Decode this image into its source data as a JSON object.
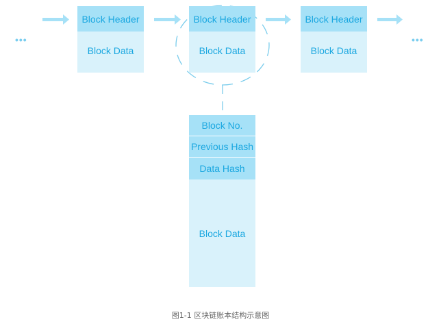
{
  "chain": {
    "blocks": [
      {
        "header": "Block Header",
        "data": "Block Data"
      },
      {
        "header": "Block Header",
        "data": "Block Data"
      },
      {
        "header": "Block Header",
        "data": "Block Data"
      }
    ],
    "ellipsis_left": "•••",
    "ellipsis_right": "•••"
  },
  "detail": {
    "fields": [
      "Block No.",
      "Previous Hash",
      "Data Hash"
    ],
    "data": "Block Data"
  },
  "caption": "图1-1  区块链账本结构示意图",
  "colors": {
    "header_fill": "#a6e1f7",
    "data_fill": "#d9f2fb",
    "text": "#1aa7e0",
    "arrow": "#a6e1f7",
    "dashed": "#7ccdec"
  }
}
